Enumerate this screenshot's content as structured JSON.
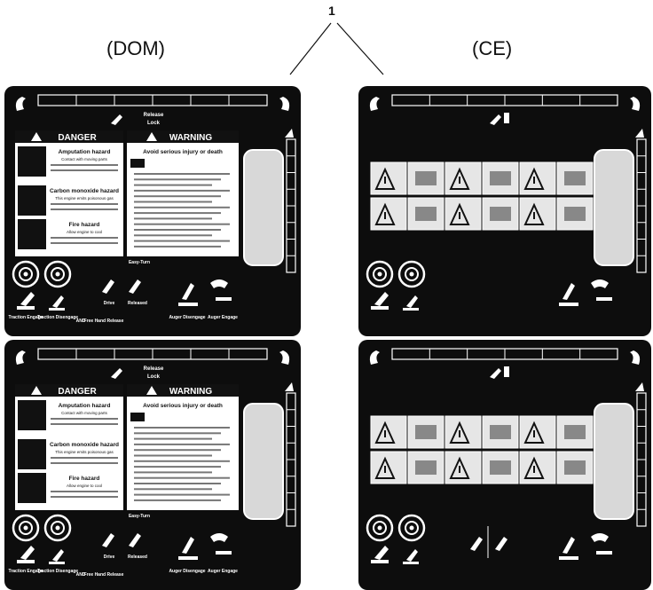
{
  "headers": {
    "left": "(DOM)",
    "right": "(CE)",
    "callout": "1"
  },
  "dom_panel": {
    "top_labels": {
      "line1": "Release",
      "line2": "Lock"
    },
    "danger_title": "DANGER",
    "warning_title": "WARNING",
    "danger_sections": [
      {
        "heading": "Amputation hazard",
        "body": "Contact with moving parts"
      },
      {
        "heading": "Carbon monoxide hazard",
        "body": "This engine emits poisonous gas"
      },
      {
        "heading": "Fire hazard",
        "body": "Allow engine to cool"
      }
    ],
    "warning_heading": "Avoid serious injury or death",
    "bottom_labels": {
      "traction_engage": "Traction Engage",
      "traction_disengage": "Traction Disengage",
      "and": "AND",
      "free_hand_release": "Free Hand Release",
      "drive": "Drive",
      "released": "Released",
      "auger_disengage": "Auger Disengage",
      "auger_engage": "Auger Engage",
      "easy_turn": "Easy-Turn"
    }
  },
  "colors": {
    "panel_bg": "#0d0d0d",
    "decal_white": "#ffffff",
    "light_gray": "#d8d8d8"
  }
}
